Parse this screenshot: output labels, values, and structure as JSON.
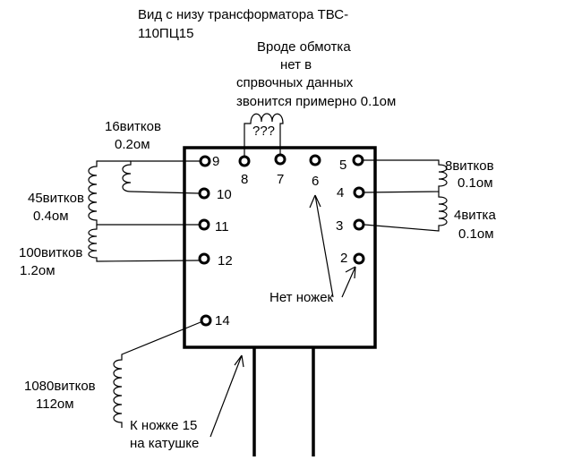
{
  "title": {
    "line1": "Вид с низу трансформатора ТВС-",
    "line2": "110ПЦ15"
  },
  "note_top": {
    "line1": "Вроде обмотка",
    "line2": "нет в",
    "line3": "спрвочных данных",
    "line4": "звонится примерно  0.1ом",
    "unknown": "???"
  },
  "pins": {
    "p2": "2",
    "p3": "3",
    "p4": "4",
    "p5": "5",
    "p6": "6",
    "p7": "7",
    "p8": "8",
    "p9": "9",
    "p10": "10",
    "p11": "11",
    "p12": "12",
    "p14": "14"
  },
  "windings": {
    "w9_10": {
      "turns": "16витков",
      "resistance": "0.2ом"
    },
    "w9_11": {
      "turns": "45витков",
      "resistance": "0.4ом"
    },
    "w11_12": {
      "turns": "100витков",
      "resistance": "1.2ом"
    },
    "w14_15": {
      "turns": "1080витков",
      "resistance": "112ом"
    },
    "w5_4": {
      "turns": "8витков",
      "resistance": "0.1ом"
    },
    "w4_3": {
      "turns": "4витка",
      "resistance": "0.1ом"
    }
  },
  "notes": {
    "no_pins": "Нет ножек",
    "pin15_line1": "К ножке 15",
    "pin15_line2": "на катушке"
  }
}
